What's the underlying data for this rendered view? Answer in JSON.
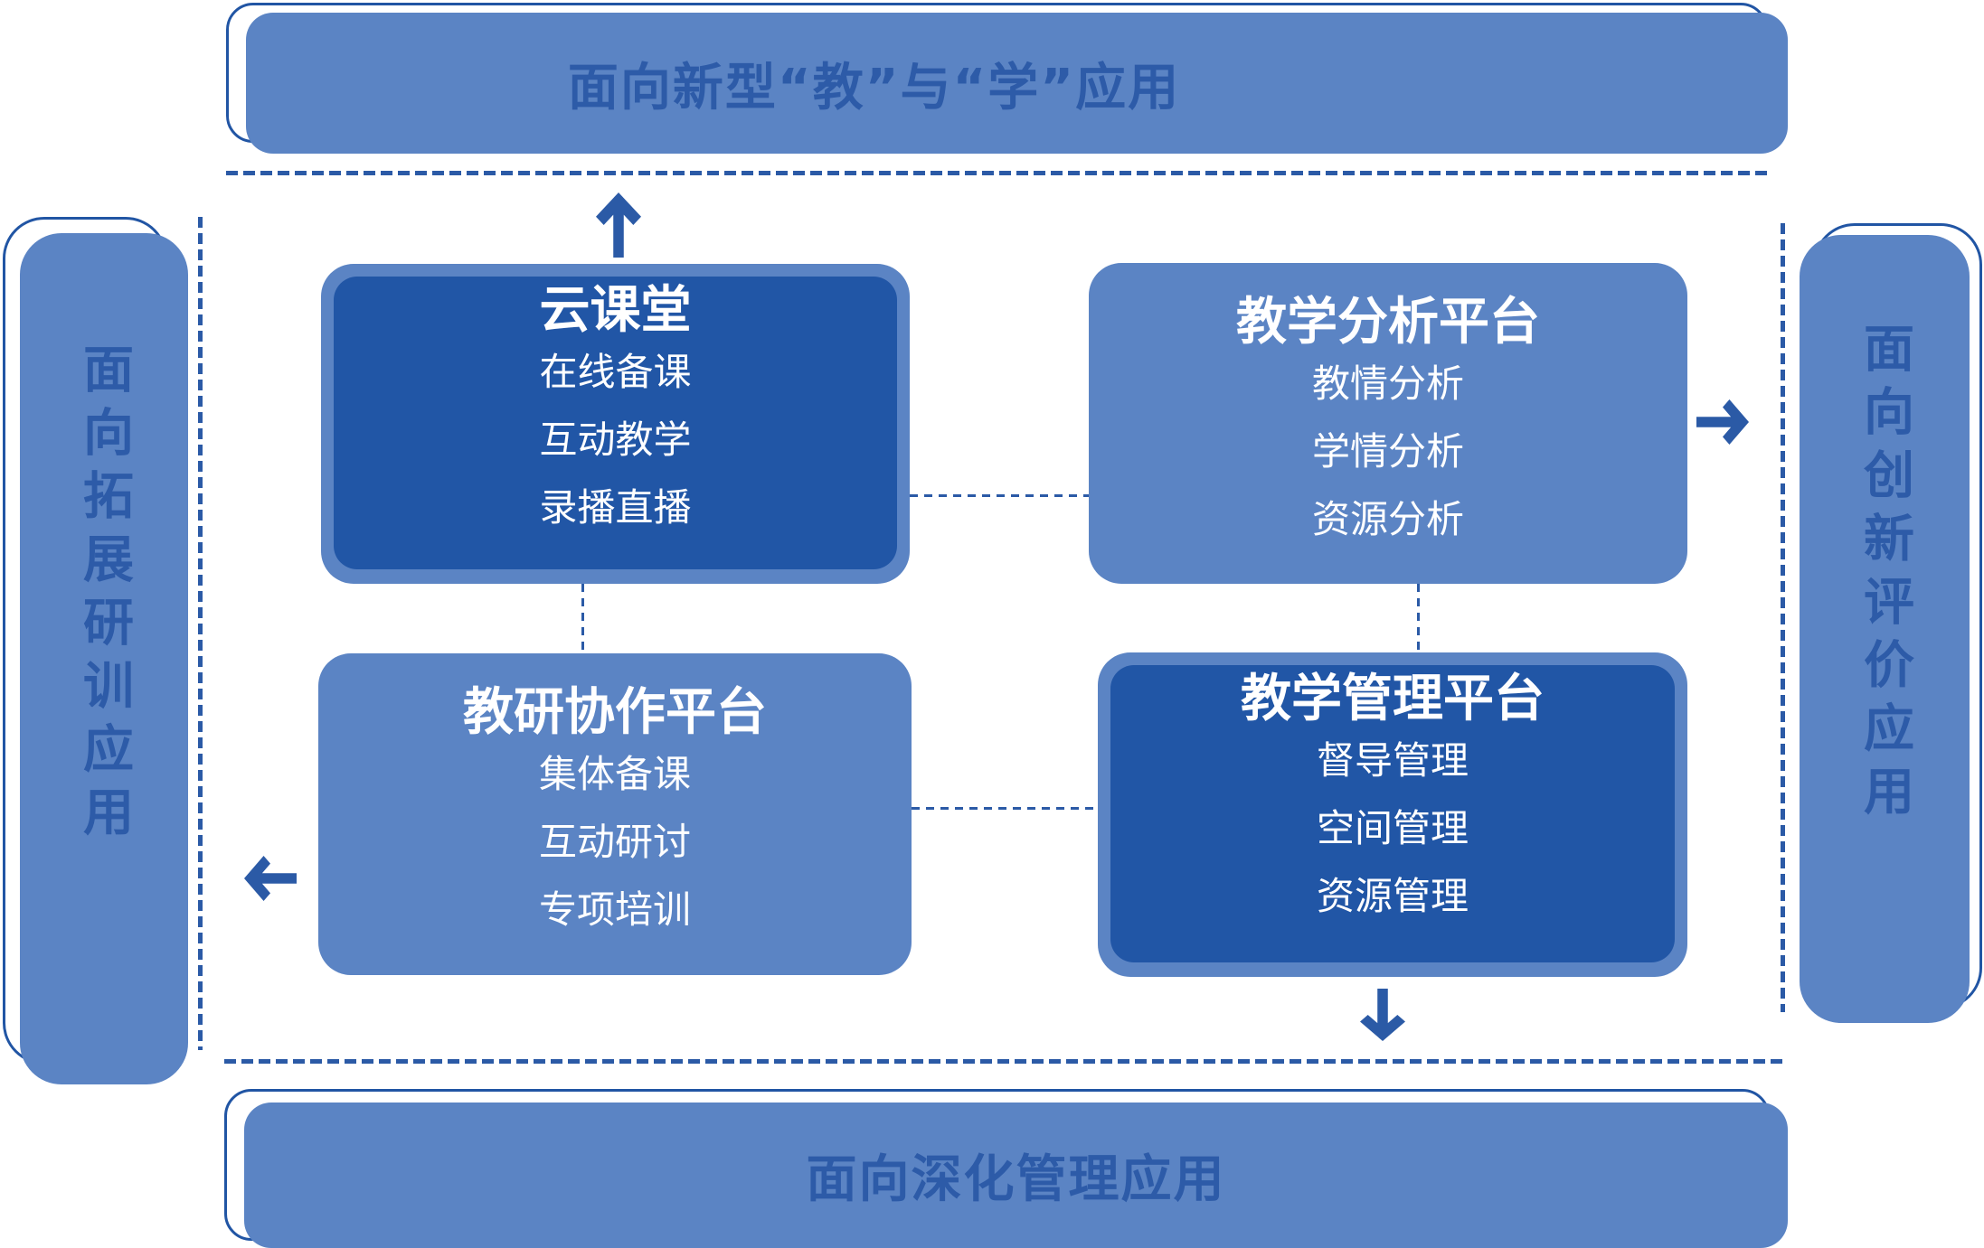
{
  "diagram": {
    "title_hint": "education platform architecture diagram",
    "banners": {
      "top": {
        "label": "面向新型“教”与“学”应用",
        "orientation": "horizontal"
      },
      "bottom": {
        "label": "面向深化管理应用",
        "orientation": "horizontal"
      },
      "left": {
        "label": "面向拓展研训应用",
        "orientation": "vertical"
      },
      "right": {
        "label": "面向创新评价应用",
        "orientation": "vertical"
      }
    },
    "boxes": [
      {
        "id": "cloud-classroom",
        "variant": "dark",
        "title": "云课堂",
        "items": [
          "在线备课",
          "互动教学",
          "录播直播"
        ]
      },
      {
        "id": "teaching-analysis",
        "variant": "light",
        "title": "教学分析平台",
        "items": [
          "教情分析",
          "学情分析",
          "资源分析"
        ]
      },
      {
        "id": "research-collab",
        "variant": "light",
        "title": "教研协作平台",
        "items": [
          "集体备课",
          "互动研讨",
          "专项培训"
        ]
      },
      {
        "id": "teaching-management",
        "variant": "dark",
        "title": "教学管理平台",
        "items": [
          "督导管理",
          "空间管理",
          "资源管理"
        ]
      }
    ],
    "arrows": [
      {
        "icon": "arrow-up-icon",
        "direction": "up",
        "points_to": "top banner"
      },
      {
        "icon": "arrow-right-icon",
        "direction": "right",
        "points_to": "right banner"
      },
      {
        "icon": "arrow-left-icon",
        "direction": "left",
        "points_to": "left banner"
      },
      {
        "icon": "arrow-down-icon",
        "direction": "down",
        "points_to": "bottom banner"
      }
    ],
    "colors": {
      "fill_light": "#5b84c4",
      "fill_dark": "#2156a6",
      "outline": "#2155a4",
      "text_on_light": "#2d5ba8",
      "text_on_dark": "#ffffff",
      "connector": "#2b5aa6"
    }
  }
}
